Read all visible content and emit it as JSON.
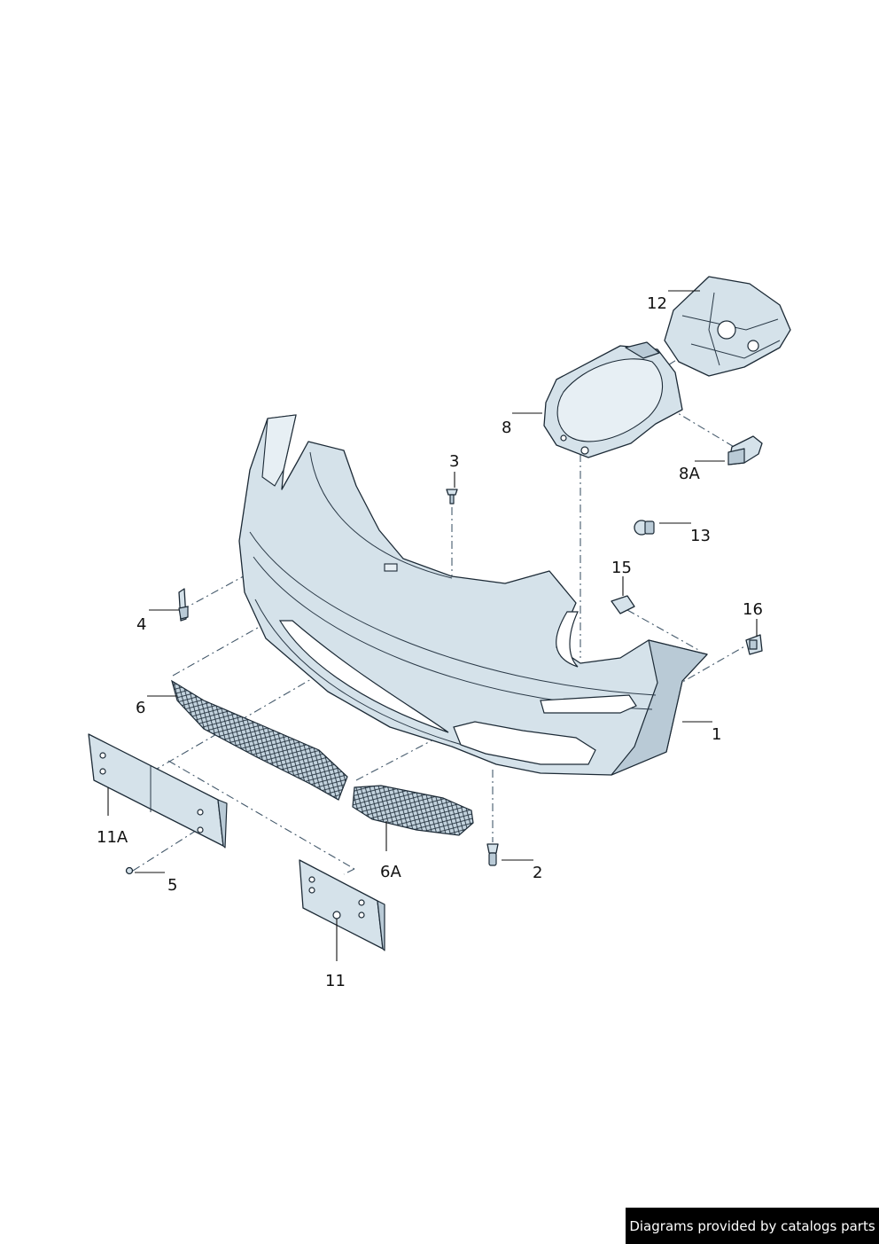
{
  "callouts": {
    "c1": "1",
    "c2": "2",
    "c3": "3",
    "c4": "4",
    "c5": "5",
    "c6": "6",
    "c6a": "6A",
    "c8": "8",
    "c8a": "8A",
    "c11": "11",
    "c11a": "11A",
    "c12": "12",
    "c13": "13",
    "c15": "15",
    "c16": "16"
  },
  "footer": {
    "credit": "Diagrams provided by catalogs parts"
  }
}
